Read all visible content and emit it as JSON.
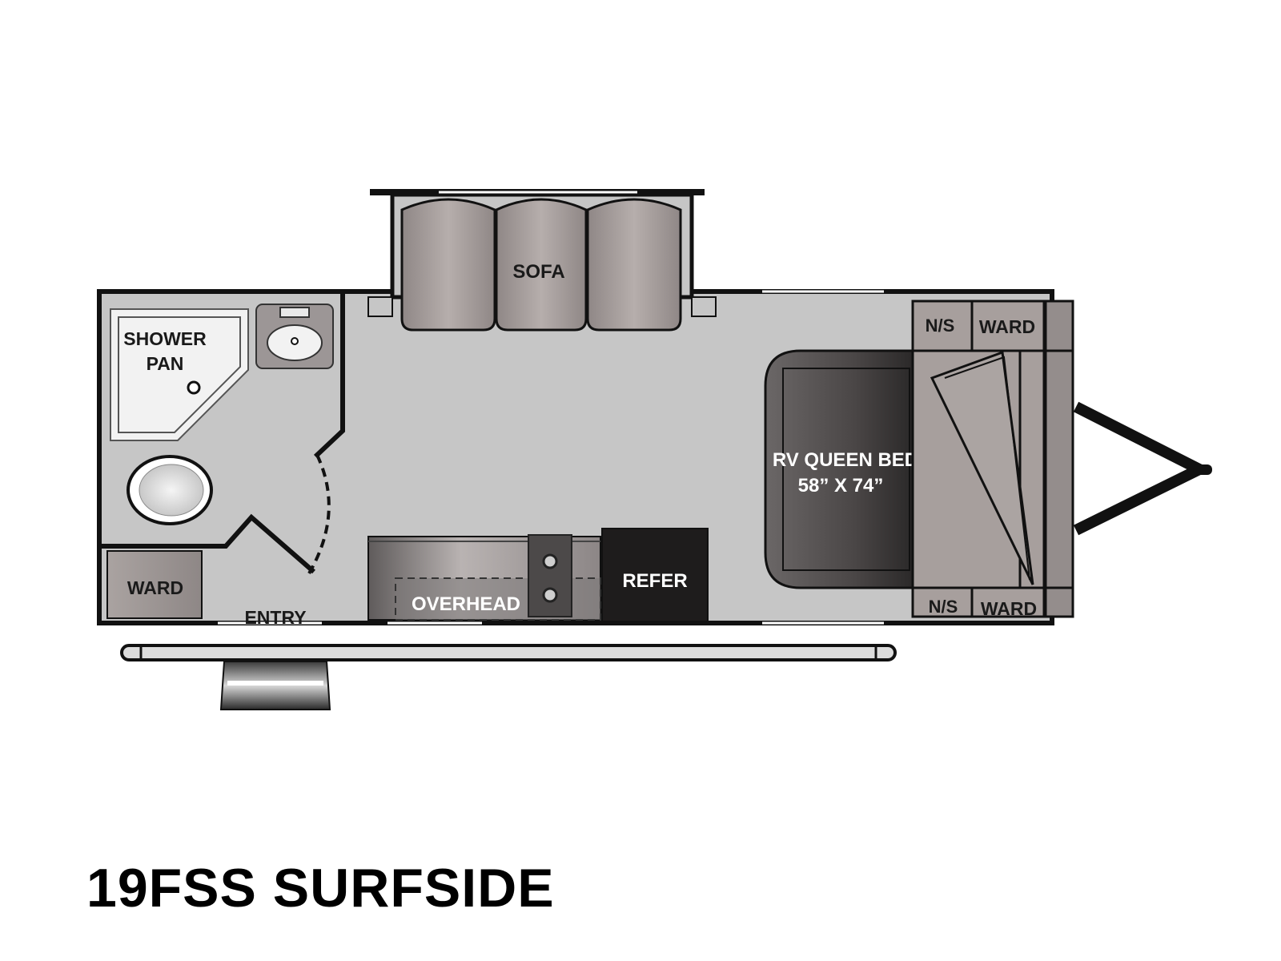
{
  "title": "19FSS SURFSIDE",
  "labels": {
    "sofa": "SOFA",
    "shower_line1": "SHOWER",
    "shower_line2": "PAN",
    "ward_entry": "WARD",
    "entry": "ENTRY",
    "overhead": "OVERHEAD",
    "refer": "REFER",
    "bed_line1": "RV QUEEN BED",
    "bed_line2": "58” X 74”",
    "ns_top": "N/S",
    "ward_top": "WARD",
    "ns_bottom": "N/S",
    "ward_bottom": "WARD"
  },
  "colors": {
    "floor": "#c6c6c6",
    "wall": "#111111",
    "furniture": "#a8a09e",
    "refer": "#1e1c1c",
    "bed": "#4a4646",
    "shower": "#f2f2f2"
  }
}
